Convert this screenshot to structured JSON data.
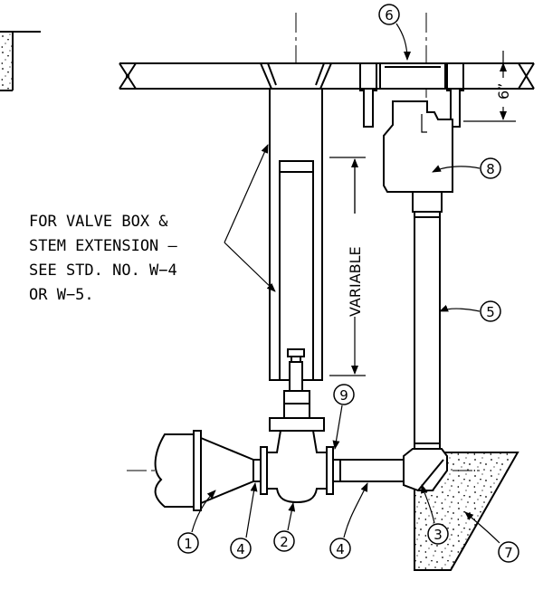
{
  "note": {
    "lines": [
      "FOR VALVE BOX &",
      "STEM EXTENSION —",
      "SEE STD. NO. W−4",
      "OR W−5."
    ]
  },
  "dimensions": {
    "variable": "VARIABLE",
    "six_inch": "6”"
  },
  "callouts": [
    "1",
    "2",
    "3",
    "4",
    "4",
    "5",
    "6",
    "7",
    "8",
    "9"
  ]
}
